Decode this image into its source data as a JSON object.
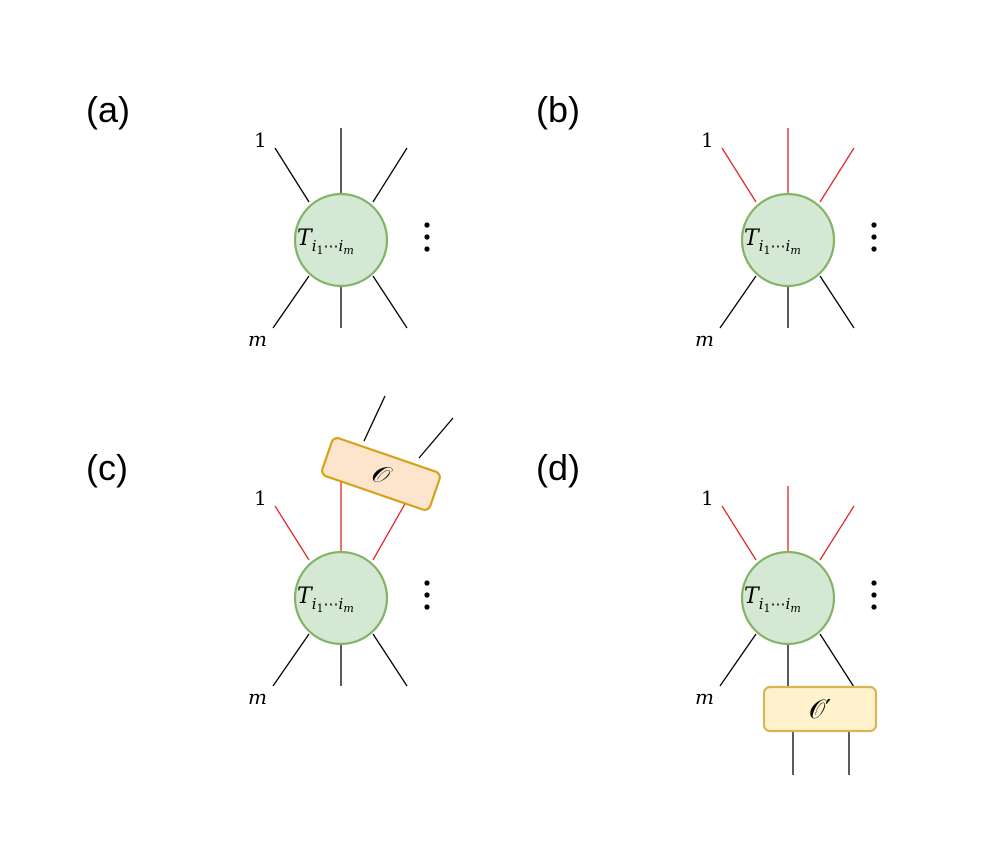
{
  "panels": [
    {
      "label": "(a)",
      "tensor": {
        "base": "T",
        "sub_first": "i",
        "sub_first_idx": "1",
        "sub_dots": "⋯",
        "sub_last": "i",
        "sub_last_idx": "m"
      },
      "leg_label_top": "1",
      "leg_label_bottom": "m",
      "top_legs_color": "black",
      "operator": null
    },
    {
      "label": "(b)",
      "tensor": {
        "base": "T",
        "sub_first": "i",
        "sub_first_idx": "1",
        "sub_dots": "⋯",
        "sub_last": "i",
        "sub_last_idx": "m"
      },
      "leg_label_top": "1",
      "leg_label_bottom": "m",
      "top_legs_color": "red",
      "operator": null
    },
    {
      "label": "(c)",
      "tensor": {
        "base": "T",
        "sub_first": "i",
        "sub_first_idx": "1",
        "sub_dots": "⋯",
        "sub_last": "i",
        "sub_last_idx": "m"
      },
      "leg_label_top": "1",
      "leg_label_bottom": "m",
      "top_legs_color": "red",
      "operator": {
        "symbol": "𝒪",
        "prime": "",
        "position": "above",
        "color": "#fde4cc"
      }
    },
    {
      "label": "(d)",
      "tensor": {
        "base": "T",
        "sub_first": "i",
        "sub_first_idx": "1",
        "sub_dots": "⋯",
        "sub_last": "i",
        "sub_last_idx": "m"
      },
      "leg_label_top": "1",
      "leg_label_bottom": "m",
      "top_legs_color": "red",
      "operator": {
        "symbol": "𝒪",
        "prime": "′",
        "position": "below",
        "color": "#fff2cc"
      }
    }
  ],
  "colors": {
    "node_fill": "#d5e8d4",
    "node_stroke": "#82b366",
    "red_leg": "#e3242b",
    "op_c_stroke": "#d6a216",
    "op_d_stroke": "#d6b656"
  }
}
